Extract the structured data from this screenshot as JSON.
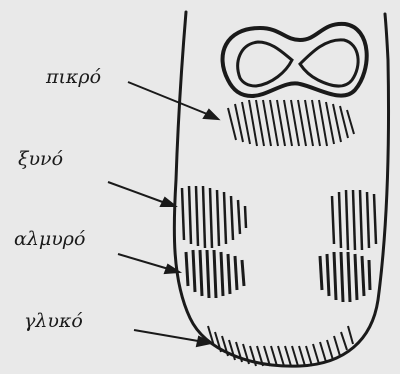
{
  "labels": {
    "bitter": "πικρό",
    "sour": "ξυνό",
    "salty": "αλμυρό",
    "sweet": "γλυκό"
  },
  "colors": {
    "background": "#e9e9e9",
    "ink": "#1a1a1a"
  }
}
